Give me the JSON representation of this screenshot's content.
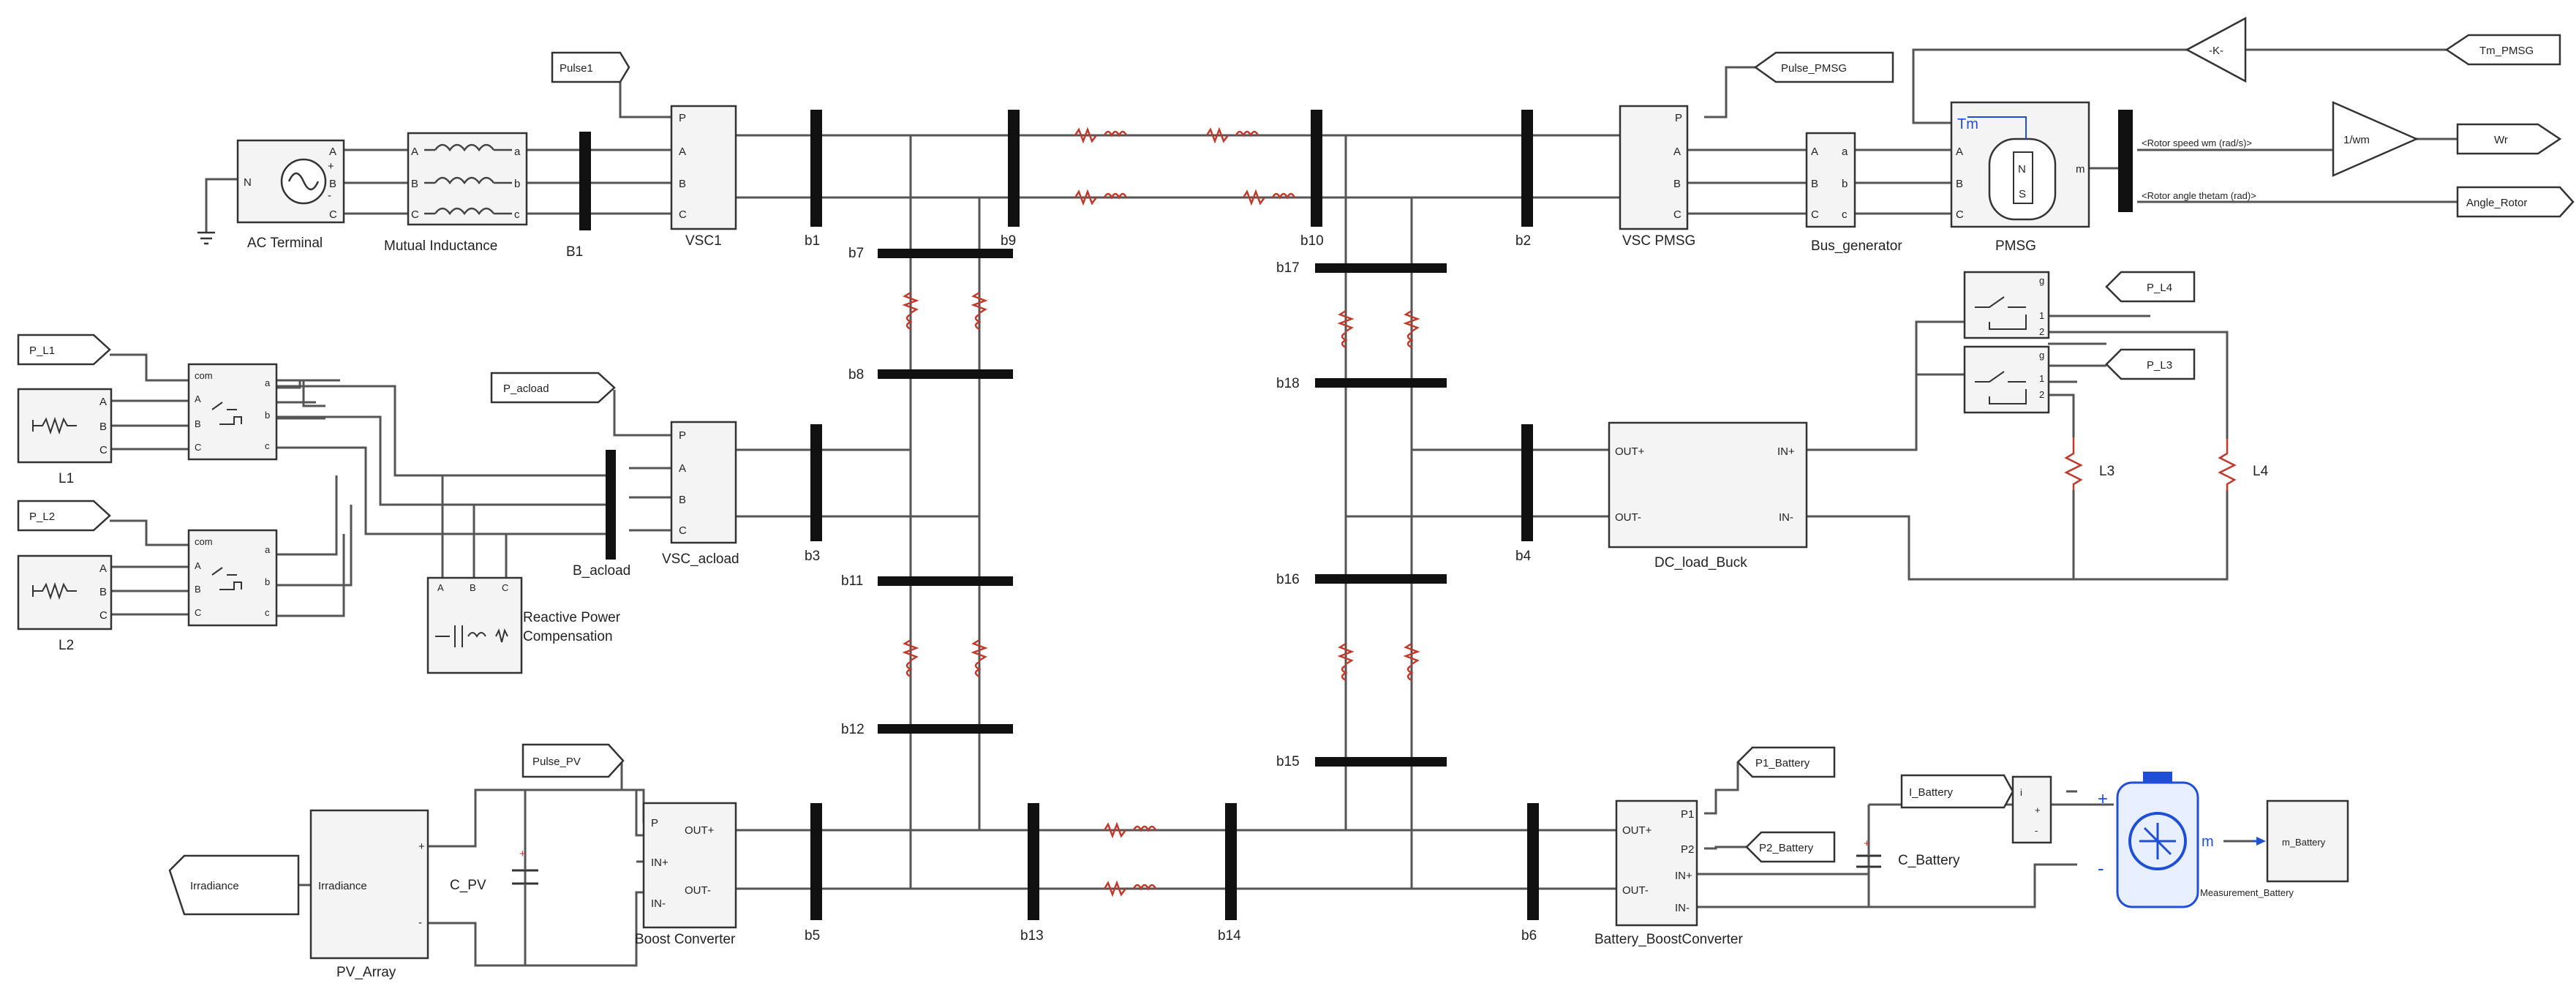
{
  "blocks": {
    "ac_terminal": "AC Terminal",
    "mutual_inductance": "Mutual Inductance",
    "b1": "B1",
    "vsc1": "VSC1",
    "vsc_pmsg": "VSC PMSG",
    "bus_generator": "Bus_generator",
    "pmsg": "PMSG",
    "l1": "L1",
    "l2": "L2",
    "b_acload": "B_acload",
    "vsc_acload": "VSC_acload",
    "reactive": [
      "Reactive Power",
      "Compensation"
    ],
    "dc_load_buck": "DC_load_Buck",
    "l3": "L3",
    "l4": "L4",
    "pv_array": "PV_Array",
    "c_pv": "C_PV",
    "boost_converter": "Boost Converter",
    "battery_boost": "Battery_BoostConverter",
    "c_battery": "C_Battery",
    "measurement_battery": "Measurement_Battery"
  },
  "buses": {
    "b1": "b1",
    "b2": "b2",
    "b3": "b3",
    "b4": "b4",
    "b5": "b5",
    "b6": "b6",
    "b7": "b7",
    "b8": "b8",
    "b9": "b9",
    "b10": "b10",
    "b11": "b11",
    "b12": "b12",
    "b13": "b13",
    "b14": "b14",
    "b15": "b15",
    "b16": "b16",
    "b17": "b17",
    "b18": "b18"
  },
  "tags": {
    "pulse1": "Pulse1",
    "pulse_pmsg": "Pulse_PMSG",
    "gain": "-K-",
    "tm_pmsg": "Tm_PMSG",
    "one_over_wm": "1/wm",
    "wr": "Wr",
    "angle_rotor": "Angle_Rotor",
    "p_l1": "P_L1",
    "p_l2": "P_L2",
    "p_acload": "P_acload",
    "p_l4": "P_L4",
    "p_l3": "P_L3",
    "pulse_pv": "Pulse_PV",
    "irradiance": "Irradiance",
    "p1_battery": "P1_Battery",
    "p2_battery": "P2_Battery",
    "i_battery": "I_Battery",
    "m_battery": "m_Battery"
  },
  "signals": {
    "rotor_speed": "<Rotor speed wm (rad/s)>",
    "rotor_angle": "<Rotor angle thetam (rad)>"
  },
  "ports": {
    "N": "N",
    "A": "A",
    "B": "B",
    "C": "C",
    "a": "a",
    "b": "b",
    "c": "c",
    "P": "P",
    "Tm": "Tm",
    "m": "m",
    "g": "g",
    "one": "1",
    "two": "2",
    "com": "com",
    "plus": "+",
    "minus": "-",
    "out_p": "OUT+",
    "out_m": "OUT-",
    "in_p": "IN+",
    "in_m": "IN-",
    "p1": "P1",
    "p2": "P2",
    "irr": "Irradiance",
    "Npole": "N",
    "Spole": "S",
    "i": "i"
  },
  "colors": {
    "bus": "#111111",
    "wire": "#555555",
    "resistor": "#c0392b",
    "battery": "#1f4fd6",
    "block": "#f4f4f4"
  }
}
